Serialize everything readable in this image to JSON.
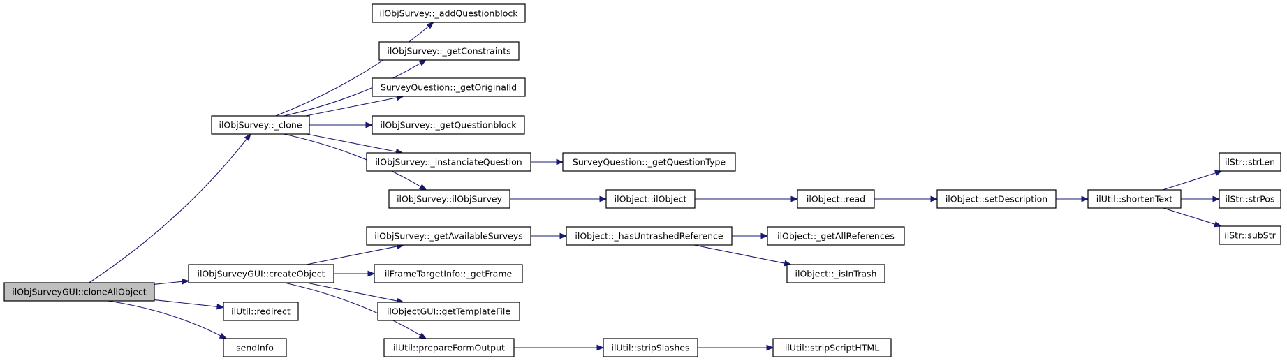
{
  "nodes": [
    {
      "id": "n0",
      "label": "ilObjSurveyGUI::cloneAllObject",
      "root": true
    },
    {
      "id": "n1",
      "label": "ilObjSurvey::_clone"
    },
    {
      "id": "n2",
      "label": "ilObjSurveyGUI::createObject"
    },
    {
      "id": "n3",
      "label": "ilUtil::redirect"
    },
    {
      "id": "n4",
      "label": "sendInfo"
    },
    {
      "id": "n5",
      "label": "ilObjSurvey::_addQuestionblock"
    },
    {
      "id": "n6",
      "label": "ilObjSurvey::_getConstraints"
    },
    {
      "id": "n7",
      "label": "SurveyQuestion::_getOriginalId"
    },
    {
      "id": "n8",
      "label": "ilObjSurvey::_getQuestionblock"
    },
    {
      "id": "n9",
      "label": "ilObjSurvey::_instanciateQuestion"
    },
    {
      "id": "n10",
      "label": "ilObjSurvey::ilObjSurvey"
    },
    {
      "id": "n11",
      "label": "SurveyQuestion::_getQuestionType"
    },
    {
      "id": "n12",
      "label": "ilObject::ilObject"
    },
    {
      "id": "n13",
      "label": "ilObject::read"
    },
    {
      "id": "n14",
      "label": "ilObject::setDescription"
    },
    {
      "id": "n15",
      "label": "ilUtil::shortenText"
    },
    {
      "id": "n16",
      "label": "ilStr::strLen"
    },
    {
      "id": "n17",
      "label": "ilStr::strPos"
    },
    {
      "id": "n18",
      "label": "ilStr::subStr"
    },
    {
      "id": "n19",
      "label": "ilObjSurvey::_getAvailableSurveys"
    },
    {
      "id": "n20",
      "label": "ilFrameTargetInfo::_getFrame"
    },
    {
      "id": "n21",
      "label": "ilObjectGUI::getTemplateFile"
    },
    {
      "id": "n22",
      "label": "ilUtil::prepareFormOutput"
    },
    {
      "id": "n23",
      "label": "ilObject::_hasUntrashedReference"
    },
    {
      "id": "n24",
      "label": "ilObject::_getAllReferences"
    },
    {
      "id": "n25",
      "label": "ilObject::_isInTrash"
    },
    {
      "id": "n26",
      "label": "ilUtil::stripSlashes"
    },
    {
      "id": "n27",
      "label": "ilUtil::stripScriptHTML"
    }
  ],
  "edges": [
    [
      "n0",
      "n1"
    ],
    [
      "n0",
      "n2"
    ],
    [
      "n0",
      "n3"
    ],
    [
      "n0",
      "n4"
    ],
    [
      "n1",
      "n5"
    ],
    [
      "n1",
      "n6"
    ],
    [
      "n1",
      "n7"
    ],
    [
      "n1",
      "n8"
    ],
    [
      "n1",
      "n9"
    ],
    [
      "n1",
      "n10"
    ],
    [
      "n9",
      "n11"
    ],
    [
      "n10",
      "n12"
    ],
    [
      "n12",
      "n13"
    ],
    [
      "n13",
      "n14"
    ],
    [
      "n14",
      "n15"
    ],
    [
      "n15",
      "n16"
    ],
    [
      "n15",
      "n17"
    ],
    [
      "n15",
      "n18"
    ],
    [
      "n2",
      "n19"
    ],
    [
      "n2",
      "n20"
    ],
    [
      "n2",
      "n21"
    ],
    [
      "n2",
      "n22"
    ],
    [
      "n19",
      "n23"
    ],
    [
      "n23",
      "n24"
    ],
    [
      "n23",
      "n25"
    ],
    [
      "n22",
      "n26"
    ],
    [
      "n26",
      "n27"
    ]
  ]
}
